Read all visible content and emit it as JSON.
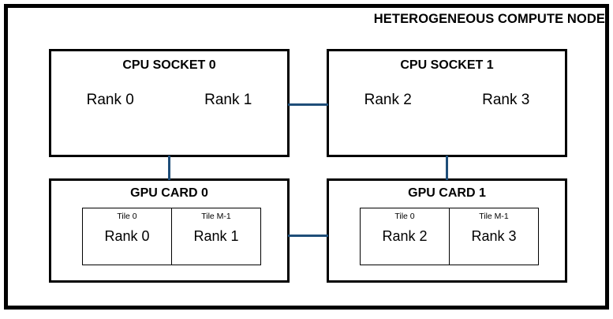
{
  "diagram": {
    "title": "HETEROGENEOUS COMPUTE NODE",
    "accent_color": "#1f4e79",
    "border_color": "#000000",
    "background_color": "#ffffff"
  },
  "cpu_sockets": [
    {
      "title": "CPU SOCKET 0",
      "ranks": [
        "Rank 0",
        "Rank 1"
      ]
    },
    {
      "title": "CPU SOCKET 1",
      "ranks": [
        "Rank 2",
        "Rank 3"
      ]
    }
  ],
  "gpu_cards": [
    {
      "title": "GPU CARD 0",
      "tiles": [
        {
          "name": "Tile 0",
          "rank": "Rank 0"
        },
        {
          "name": "Tile M-1",
          "rank": "Rank 1"
        }
      ]
    },
    {
      "title": "GPU CARD 1",
      "tiles": [
        {
          "name": "Tile 0",
          "rank": "Rank 2"
        },
        {
          "name": "Tile M-1",
          "rank": "Rank 3"
        }
      ]
    }
  ],
  "connections": [
    {
      "name": "cpu0-to-cpu1"
    },
    {
      "name": "gpu0-to-gpu1"
    },
    {
      "name": "cpu0-to-gpu0"
    },
    {
      "name": "cpu1-to-gpu1"
    }
  ]
}
